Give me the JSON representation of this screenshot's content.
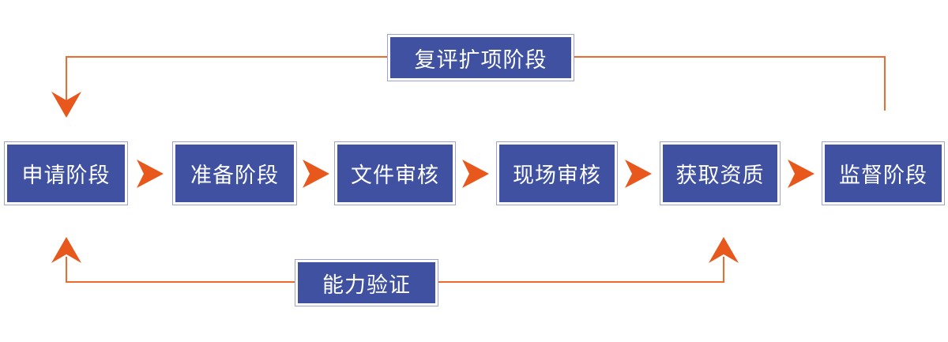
{
  "diagram": {
    "steps": [
      {
        "label": "申请阶段"
      },
      {
        "label": "准备阶段"
      },
      {
        "label": "文件审核"
      },
      {
        "label": "现场审核"
      },
      {
        "label": "获取资质"
      },
      {
        "label": "监督阶段"
      }
    ],
    "feedback_loops": {
      "top": {
        "label": "复评扩项阶段",
        "from": "监督阶段",
        "to": "申请阶段",
        "arrow_direction": "down-into-first-step"
      },
      "bottom": {
        "label": "能力验证",
        "connects": [
          "申请阶段",
          "获取资质"
        ],
        "arrow_direction": "up-into-both-steps"
      }
    },
    "colors": {
      "box_fill": "#3f51a0",
      "box_border": "#9aa4ce",
      "arrow_color": "#e8581d",
      "line_color": "#ed6b2f",
      "text_color": "#ffffff",
      "background": "#ffffff"
    }
  }
}
